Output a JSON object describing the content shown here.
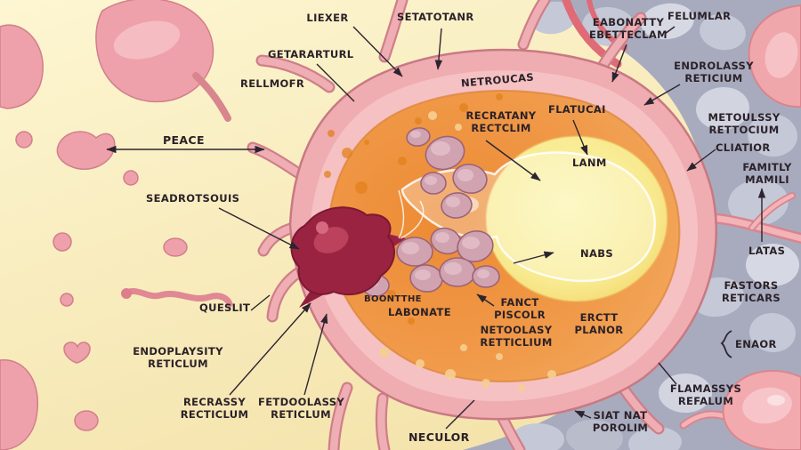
{
  "diagram": {
    "type": "cartoon-cell-illustration",
    "description": "Labeled cross-section of a cell with membrane, cytoplasm, nucleus, vesicles and a maroon organelle; cream background with pink blobs on the left, grey cobblestone cell matrix on the right",
    "palette": {
      "background_left": "#f9f0c6",
      "cell_membrane": "#efacb1",
      "membrane_outline": "#c87983",
      "cytoplasm_orange": "#ee8c36",
      "nucleus_yellow": "#f8ef9f",
      "organelle_maroon": "#9b2342",
      "vesicle_mauve": "#d1a3b1",
      "matrix_gray": "#a8abbe",
      "stone_gray": "#c5c8d6",
      "blob_pink": "#efa1ab",
      "label_ink": "#2b2128"
    }
  },
  "labels": {
    "lieker": "LIEXER",
    "setatotanr": "SETATOTANR",
    "getararturl": "GETARARTURL",
    "rellmofr": "RELLMOFR",
    "netroucas": "NETROUCAS",
    "eabonatty": "EABONATTY\nEBETTECLAM",
    "felumlar": "FELUMLAR",
    "endrolassy": "ENDROLASSY\nRETICIUM",
    "metoulssy": "METOULSSY\nRETTOCIUM",
    "cliatior": "CLIATIOR",
    "famitly": "FAMITLY\nMAMILI",
    "latas": "LATAS",
    "fastors": "FASTORS\nRETICARS",
    "enaor": "ENAOR",
    "flamass": "FLAMASSYS\nREFALUM",
    "siatnat": "SIAT NAT\nPOROLIM",
    "neculor": "NECULOR",
    "endoplaysity": "ENDOPLAYSITY\nRETICLUM",
    "queslit": "QUESLIT",
    "recrassy": "RECRASSY\nRECTICLUM",
    "fetdoolassy": "FETDOOLASSY\nRETICLUM",
    "boontthe": "BOONTTHE",
    "labonate": "LABONATE",
    "fanct": "FANCT\nPISCOLR",
    "netoolasy": "NETOOLASY\nRETTICLIUM",
    "erctt": "ERCTT\nPLANOR",
    "lanm": "LANM",
    "nabs": "NABS",
    "peace": "PEACE",
    "seadrotsouis": "SEADROTSOUIS",
    "flatucai": "FLATUCAI",
    "recratany": "RECRATANY\nRECTCLIM"
  }
}
